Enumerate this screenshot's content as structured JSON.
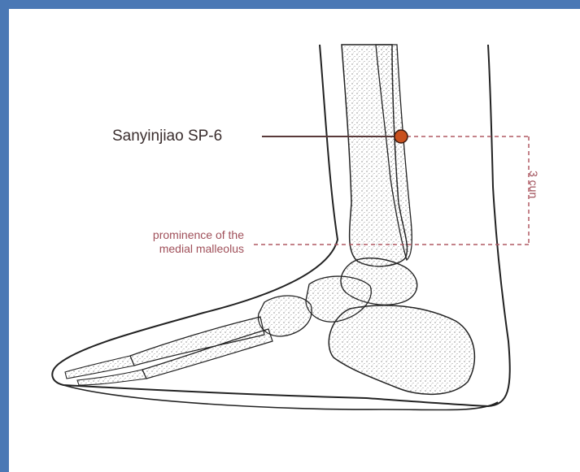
{
  "figure": {
    "point_label": "Sanyinjiao SP-6",
    "landmark_label_line1": "prominence of the",
    "landmark_label_line2": "medial malleolus",
    "measure_label": "3 cun"
  },
  "colors": {
    "frame": "#4a78b5",
    "point_fill": "#c8501e",
    "leader_line": "#5a3a3a",
    "dashed_guides": "#b05a64",
    "bone_outline": "#222222"
  },
  "icons": {
    "acupoint": "acupoint-marker-icon"
  }
}
